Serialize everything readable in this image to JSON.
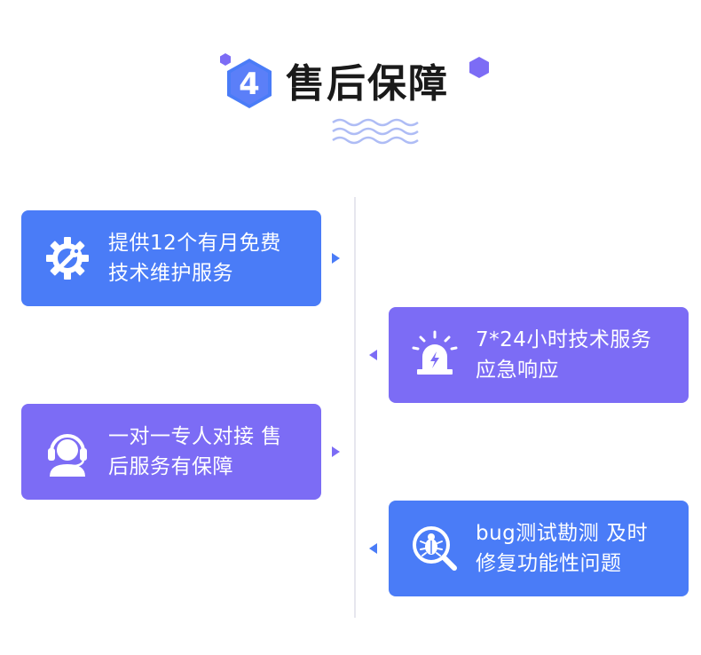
{
  "header": {
    "badge_number": "4",
    "title": "售后保障"
  },
  "colors": {
    "blue": "#4a7cf7",
    "purple": "#7c6cf5",
    "title": "#1a1a1a",
    "wave": "#aebcf5"
  },
  "cards": [
    {
      "icon": "gear-wrench-icon",
      "line1": "提供12个有月免费",
      "line2": "技术维护服务"
    },
    {
      "icon": "alarm-siren-icon",
      "line1": "7*24小时技术服务",
      "line2": "应急响应"
    },
    {
      "icon": "headset-support-icon",
      "line1": "一对一专人对接 售",
      "line2": "后服务有保障"
    },
    {
      "icon": "bug-search-icon",
      "line1": "bug测试勘测 及时",
      "line2": "修复功能性问题"
    }
  ]
}
